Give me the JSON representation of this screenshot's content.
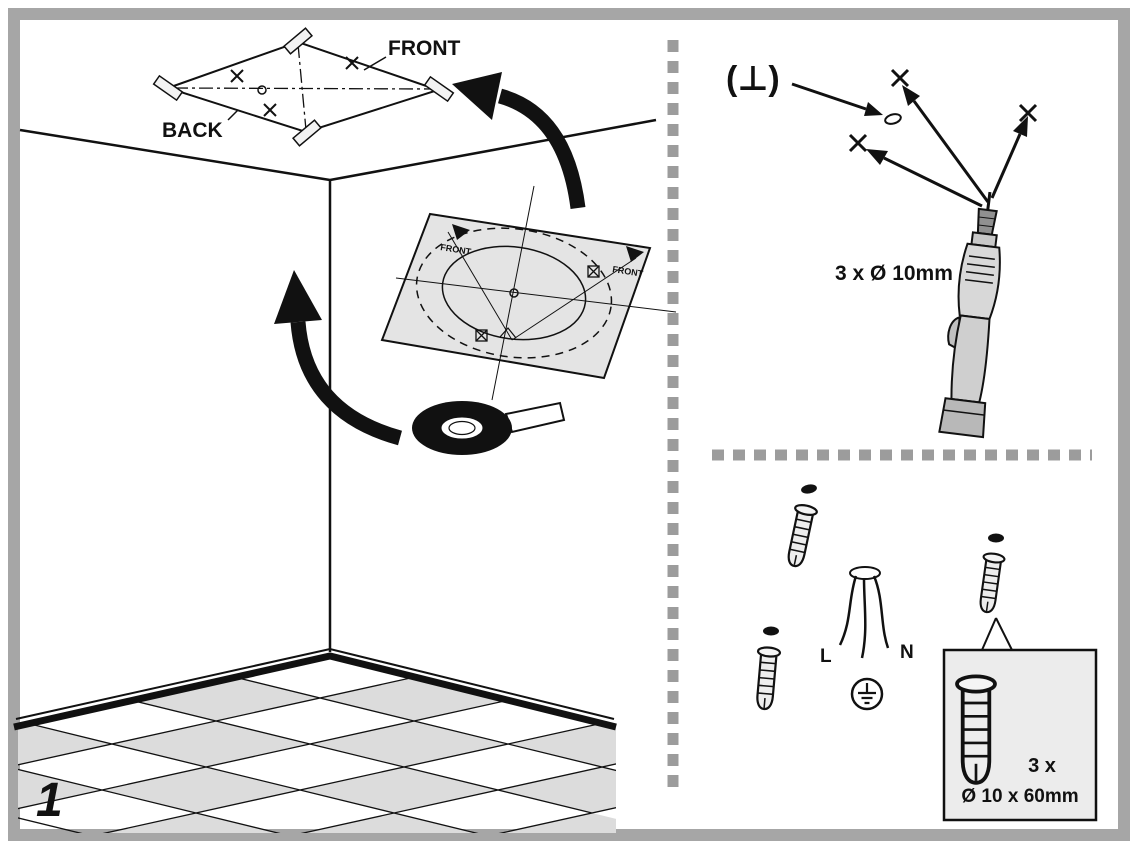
{
  "figure": {
    "step": "1",
    "panel_left": {
      "ceiling_front": "FRONT",
      "ceiling_back": "BACK",
      "sheet_front_left": "FRONT",
      "sheet_front_right": "FRONT"
    },
    "panel_top_right": {
      "bit_symbol": "(⊥)",
      "drill_spec": "3 x Ø 10mm"
    },
    "panel_bottom_right": {
      "wire_live": "L",
      "wire_neutral": "N",
      "anchor_qty": "3 x",
      "anchor_size": "Ø 10 x 60mm"
    }
  },
  "colors": {
    "frame": "#a6a6a6",
    "divider": "#9c9c9c",
    "line": "#111111",
    "paper": "#e4e4e4",
    "tile": "#dcdcdc",
    "metal": "#d8d8d8"
  }
}
